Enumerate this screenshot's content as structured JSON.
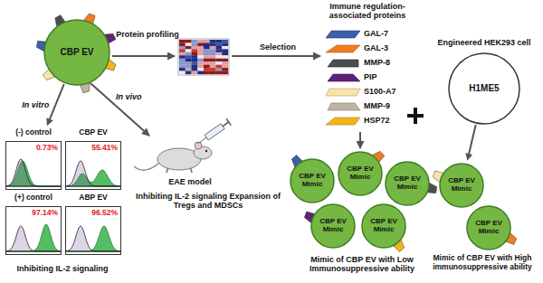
{
  "diagram": {
    "nodes": [
      {
        "text": [
          "CBP EV"
        ]
      },
      {
        "text": [
          "Engineered HEK293 cell",
          "H1ME5"
        ]
      },
      {
        "text": [
          "(-) control",
          "0.73%"
        ]
      },
      {
        "text": [
          "CBP EV",
          "55.41%"
        ]
      },
      {
        "text": [
          "(+) control",
          "97.14%"
        ]
      },
      {
        "text": [
          "ABP EV",
          "96.52%"
        ]
      },
      {
        "text": [
          "CBP EV Mimic"
        ]
      },
      {
        "text": [
          "CBP EV Mimic"
        ]
      },
      {
        "text": [
          "CBP EV Mimic"
        ]
      },
      {
        "text": [
          "CBP EV Mimic"
        ]
      },
      {
        "text": [
          "CBP EV Mimic"
        ]
      },
      {
        "text": [
          "CBP EV Mimic"
        ]
      },
      {
        "text": [
          "CBP EV Mimic"
        ]
      }
    ],
    "edges": [
      {
        "from": 0,
        "to": 2,
        "label": "In vitro",
        "arrow": "to"
      },
      {
        "from": 1,
        "to": 11,
        "arrow": "to"
      }
    ],
    "labels": [
      "Protein profiling",
      "Selection",
      "Immune regulation-associated proteins",
      "GAL-7",
      "GAL-3",
      "MMP-8",
      "PIP",
      "S100-A7",
      "MMP-9",
      "HSP72",
      "In vivo",
      "EAE model",
      "Inhibiting IL-2 signaling Expansion of Tregs and MDSCs",
      "Inhibiting IL-2 signaling",
      "Mimic of CBP EV with Low Immunosuppressive ability",
      "Mimic of CBP EV with High immunosuppressive ability"
    ]
  }
}
